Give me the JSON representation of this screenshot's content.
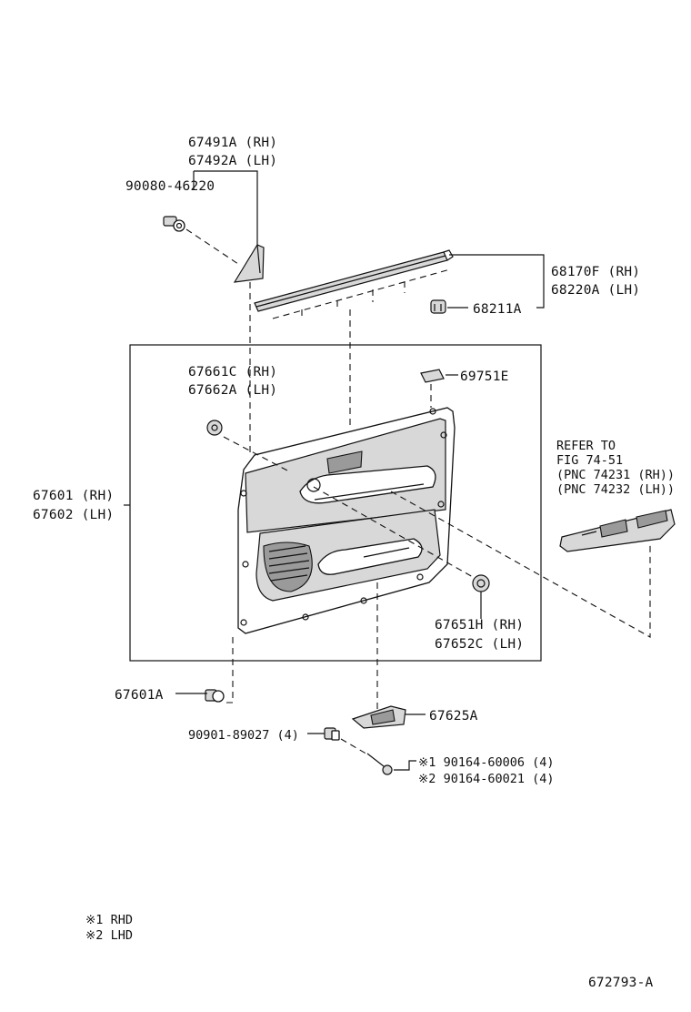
{
  "labels": {
    "trim_rh": "67491A (RH)",
    "trim_lh": "67492A (LH)",
    "clip_top": "90080-46220",
    "weatherstrip_rh": "68170F (RH)",
    "weatherstrip_lh": "68220A (LH)",
    "weatherstrip_clip": "68211A",
    "grip_rh": "67661C (RH)",
    "grip_lh": "67662A (LH)",
    "retainer": "69751E",
    "panel_rh": "67601 (RH)",
    "panel_lh": "67602 (LH)",
    "refer_1": "REFER TO",
    "refer_2": "FIG 74-51",
    "refer_3": "(PNC 74231 (RH))",
    "refer_4": "(PNC 74232 (LH))",
    "cap_rh": "67651H (RH)",
    "cap_lh": "67652C (LH)",
    "clip_lower": "67601A",
    "handle": "67625A",
    "nut": "90901-89027 (4)",
    "screw_1": "※1  90164-60006 (4)",
    "screw_2": "※2  90164-60021 (4)",
    "legend_1": "※1  RHD",
    "legend_2": "※2  LHD",
    "figure_id": "672793-A"
  }
}
